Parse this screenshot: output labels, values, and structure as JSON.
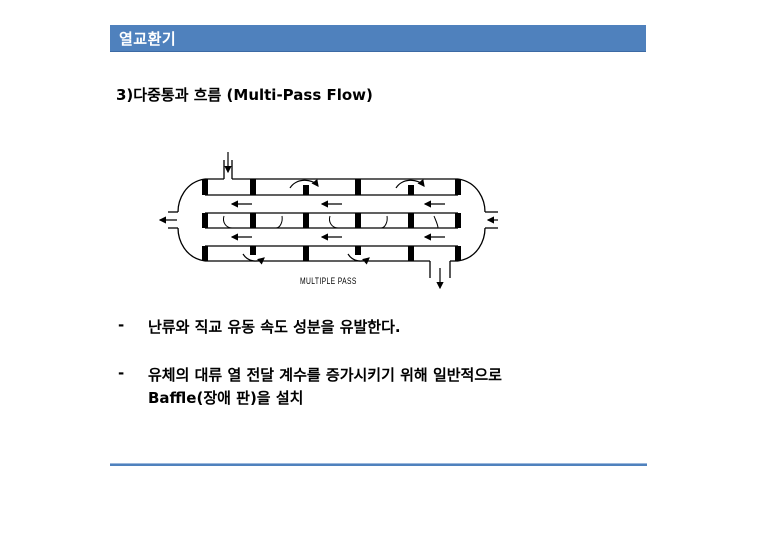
{
  "slide": {
    "header": {
      "title": "열교환기",
      "bar_color": "#4f81bd"
    },
    "section_heading": "3)다중통과 흐름 (Multi-Pass Flow)",
    "figure": {
      "caption": "MULTIPLE PASS",
      "description": "Multi-pass shell-and-tube heat exchanger schematic with baffles, inlet nozzle top-left, outlet nozzle bottom-right, side nozzles left and right"
    },
    "bullets": [
      {
        "marker": "-",
        "lines": [
          "난류와 직교 유동 속도 성분을 유발한다."
        ]
      },
      {
        "marker": "-",
        "lines": [
          "유체의 대류 열 전달  계수를 증가시키기 위해  일반적으로",
          "Baffle(장애 판)을  설치"
        ]
      }
    ],
    "footer_rule_color": "#4f81bd"
  }
}
